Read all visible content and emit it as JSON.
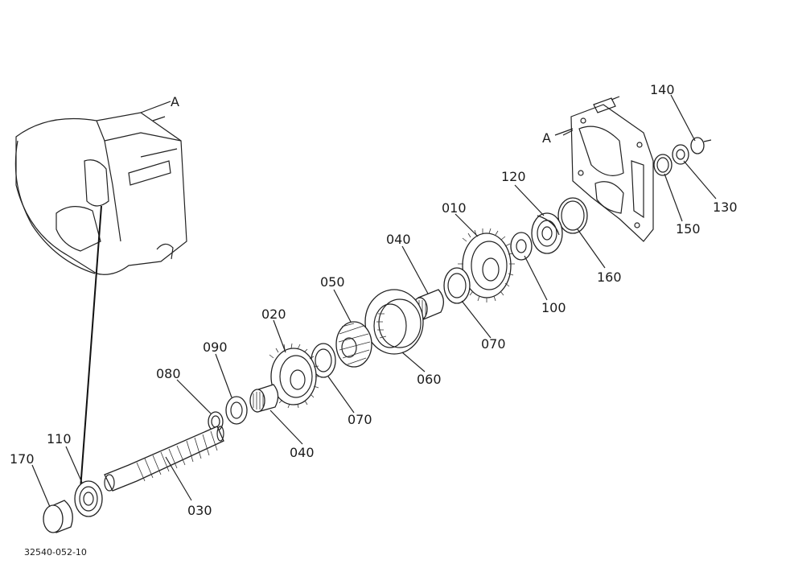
{
  "diagram": {
    "labels": {
      "l140": "140",
      "l130": "130",
      "l150": "150",
      "l160": "160",
      "l120": "120",
      "l100": "100",
      "l010": "010",
      "l040a": "040",
      "l070a": "070",
      "l050": "050",
      "l060": "060",
      "l020": "020",
      "l070b": "070",
      "l090": "090",
      "l080": "080",
      "l040b": "040",
      "l110": "110",
      "l170": "170",
      "l030": "030",
      "refA1": "A",
      "refA2": "A"
    },
    "drawing_number": "32540-052-10"
  }
}
